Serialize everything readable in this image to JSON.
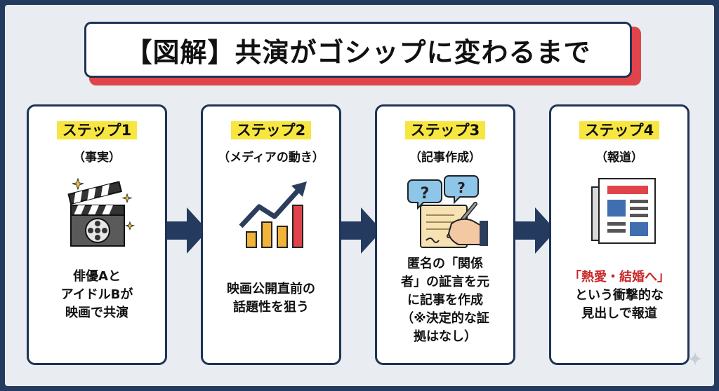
{
  "title": "【図解】共演がゴシップに変わるまで",
  "steps": [
    {
      "label": "ステップ1",
      "sub": "（事実）",
      "icon": "clapperboard-film-reel-icon",
      "lines": [
        "俳優Aと",
        "アイドルBが",
        "映画で共演"
      ]
    },
    {
      "label": "ステップ2",
      "sub": "（メディアの動き）",
      "icon": "rising-bar-chart-icon",
      "lines": [
        "映画公開直前の",
        "話題性を狙う"
      ]
    },
    {
      "label": "ステップ3",
      "sub": "（記事作成）",
      "icon": "writing-hand-question-bubbles-icon",
      "lines": [
        "匿名の「関係",
        "者」の証言を元",
        "に記事を作成",
        "（※決定的な証",
        "拠はなし）"
      ]
    },
    {
      "label": "ステップ4",
      "sub": "（報道）",
      "icon": "newspaper-icon",
      "headline": "「熱愛・結婚へ」",
      "lines": [
        "という衝撃的な",
        "見出しで報道"
      ]
    }
  ],
  "colors": {
    "frame": "#243a5e",
    "background": "#e9edf1",
    "title_shadow": "#e0444a",
    "highlight": "#f7e640",
    "accent_red": "#c8282a"
  }
}
